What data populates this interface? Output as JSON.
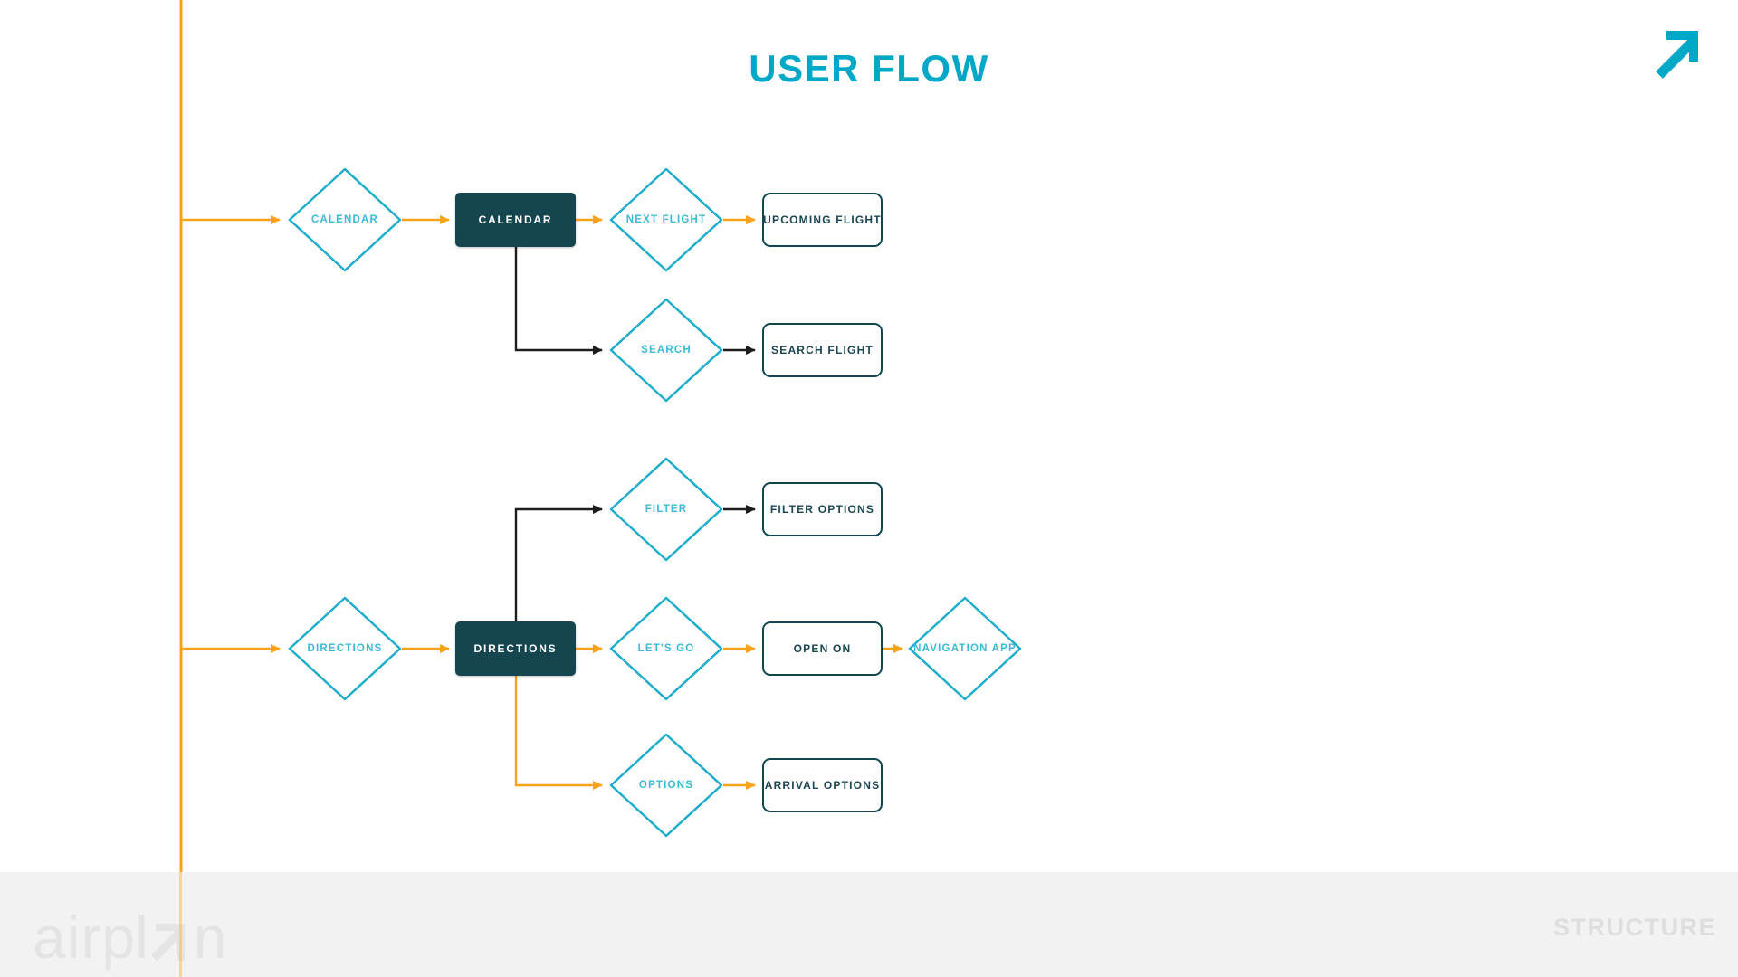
{
  "title": "USER FLOW",
  "footer": {
    "logo_air": "air",
    "logo_pl": "pl",
    "logo_n": "n",
    "section_label": "STRUCTURE"
  },
  "icons": {
    "corner": "arrow-up-right-icon",
    "logo_glyph": "arrow-up-right-icon"
  },
  "colors": {
    "accent_cyan": "#00A8C7",
    "diamond_stroke": "#1FADCB",
    "diamond_text": "#3CB9D5",
    "dark_teal": "#15454F",
    "outline_text": "#1B4651",
    "edge_orange": "#F9A21B",
    "edge_black": "#1C1C1C",
    "footer_bg": "#F2F2F2",
    "footer_text": "#DEDEDE",
    "logo_text": "#E4E4E4"
  },
  "flow": {
    "nodes": [
      {
        "label": "CALENDAR",
        "type": "decision"
      },
      {
        "label": "CALENDAR",
        "type": "process"
      },
      {
        "label": "NEXT FLIGHT",
        "type": "decision"
      },
      {
        "label": "UPCOMING FLIGHT",
        "type": "output"
      },
      {
        "label": "SEARCH",
        "type": "decision"
      },
      {
        "label": "SEARCH FLIGHT",
        "type": "output"
      },
      {
        "label": "FILTER",
        "type": "decision"
      },
      {
        "label": "FILTER OPTIONS",
        "type": "output"
      },
      {
        "label": "DIRECTIONS",
        "type": "decision"
      },
      {
        "label": "DIRECTIONS",
        "type": "process"
      },
      {
        "label": "LET'S GO",
        "type": "decision"
      },
      {
        "label": "OPEN ON",
        "type": "output"
      },
      {
        "label": "NAVIGATION APP",
        "type": "decision"
      },
      {
        "label": "OPTIONS",
        "type": "decision"
      },
      {
        "label": "ARRIVAL OPTIONS",
        "type": "output"
      }
    ]
  }
}
